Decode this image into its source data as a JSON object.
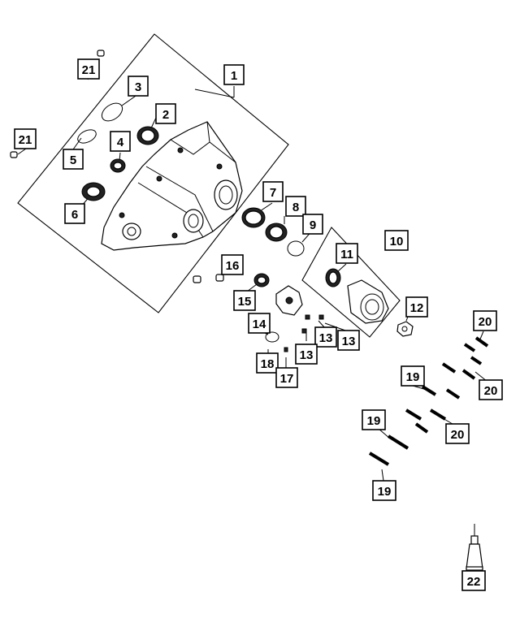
{
  "callouts": {
    "c1": "1",
    "c2": "2",
    "c3": "3",
    "c4": "4",
    "c5": "5",
    "c6": "6",
    "c7": "7",
    "c8": "8",
    "c9": "9",
    "c10": "10",
    "c11": "11",
    "c12": "12",
    "c13a": "13",
    "c13b": "13",
    "c13c": "13",
    "c14": "14",
    "c15": "15",
    "c16": "16",
    "c17": "17",
    "c18": "18",
    "c19a": "19",
    "c19b": "19",
    "c19c": "19",
    "c20a": "20",
    "c20b": "20",
    "c20c": "20",
    "c21a": "21",
    "c21b": "21",
    "c22": "22"
  }
}
